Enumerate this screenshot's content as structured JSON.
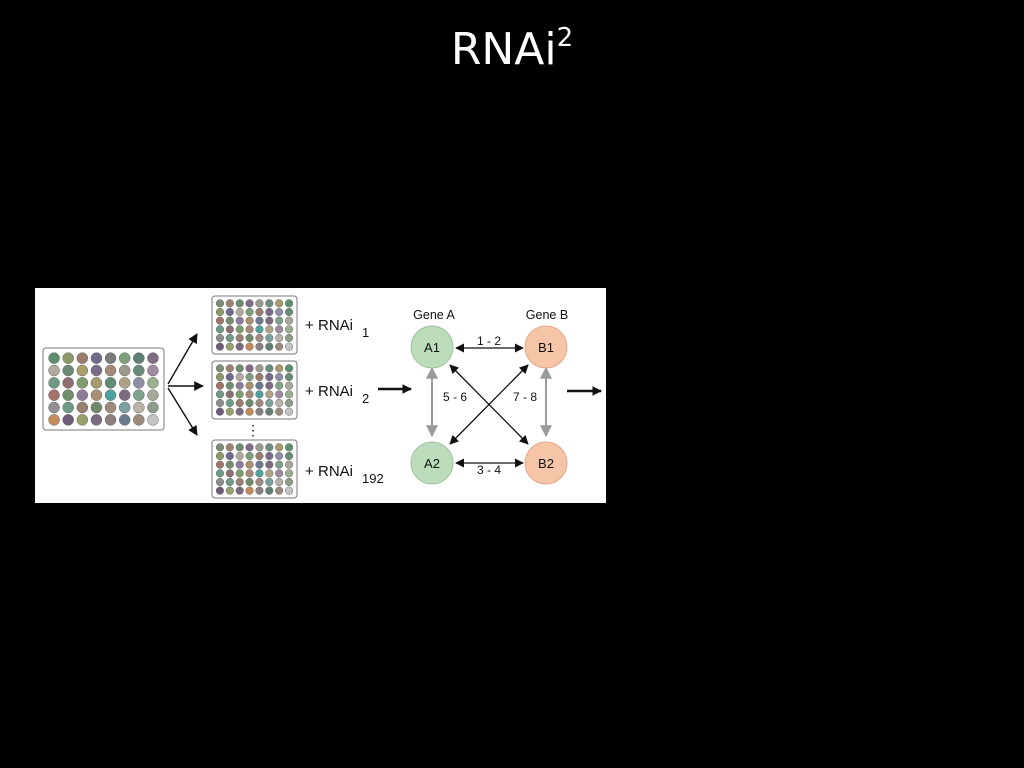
{
  "slide": {
    "title_main": "RNAi",
    "title_sup": "2"
  },
  "figure": {
    "plus_sign": "+",
    "rnai_label": "RNAi",
    "rnai_subscripts": [
      "1",
      "2",
      "192"
    ],
    "ellipsis": "⋮",
    "gene_a_label": "Gene A",
    "gene_b_label": "Gene B",
    "nodes": [
      "A1",
      "B1",
      "A2",
      "B2"
    ],
    "edges": {
      "a1_b1": "1 - 2",
      "a2_b2": "3 - 4",
      "a1_a2": "5 - 6",
      "b1_b2": "7 - 8"
    },
    "colors": {
      "gene_a_fill": "#bcdcbc",
      "gene_b_fill": "#f6c4a6",
      "plate_border": "#777777"
    },
    "source_plate_rows": [
      [
        "#5e8f6d",
        "#8d9a68",
        "#9a7c6a",
        "#6f6a8c",
        "#7a7c7c",
        "#7d9f7b",
        "#5f7f72",
        "#7e6d85"
      ],
      [
        "#b3a99f",
        "#6b8a73",
        "#a8a26a",
        "#7b6b8a",
        "#a48a76",
        "#9a9a8a",
        "#6a8c7a",
        "#9f8aa0"
      ],
      [
        "#6f9a84",
        "#8c6f6e",
        "#7f9c6f",
        "#a89a6e",
        "#5d8c73",
        "#b2a184",
        "#8e8ea6",
        "#9ab08e"
      ],
      [
        "#a4736a",
        "#6e8f6a",
        "#8e7d9a",
        "#a99070",
        "#4fa19f",
        "#7e6a7e",
        "#7fa28a",
        "#a7a79a"
      ],
      [
        "#8f8f8f",
        "#6c9b86",
        "#9a7e70",
        "#6f8a6a",
        "#a08a80",
        "#7aa1a0",
        "#b8b3a6",
        "#8d9d8a"
      ],
      [
        "#c48a5a",
        "#6f5a7a",
        "#9aa06a",
        "#7a6a80",
        "#8c7f7f",
        "#6a7a90",
        "#9a8a7a",
        "#c4c4c4"
      ]
    ],
    "small_plate_rows": [
      [
        "#7a8f7a",
        "#a08070",
        "#6f8a73",
        "#7e6d85",
        "#9a9a8a",
        "#6a8c7a",
        "#a89a6e",
        "#5e8f6d"
      ],
      [
        "#8d9a68",
        "#6f6a8c",
        "#b3a99f",
        "#7d9f7b",
        "#9a7c6a",
        "#7b6b8a",
        "#8e8ea6",
        "#6b8a73"
      ],
      [
        "#a4736a",
        "#6e8f6a",
        "#8e7d9a",
        "#a99070",
        "#6a7a90",
        "#7e6a7e",
        "#7fa28a",
        "#a7a79a"
      ],
      [
        "#6f9a84",
        "#8c6f6e",
        "#7f9c6f",
        "#a48a76",
        "#4fa19f",
        "#b2a184",
        "#9f8aa0",
        "#9ab08e"
      ],
      [
        "#8f8f8f",
        "#6c9b86",
        "#9a7e70",
        "#6f8a6a",
        "#a08a80",
        "#7aa1a0",
        "#b8b3a6",
        "#8d9d8a"
      ],
      [
        "#6f5a7a",
        "#9aa06a",
        "#7a6a80",
        "#c48a5a",
        "#8c7f7f",
        "#5f7f72",
        "#9a8a7a",
        "#c4c4c4"
      ]
    ]
  }
}
